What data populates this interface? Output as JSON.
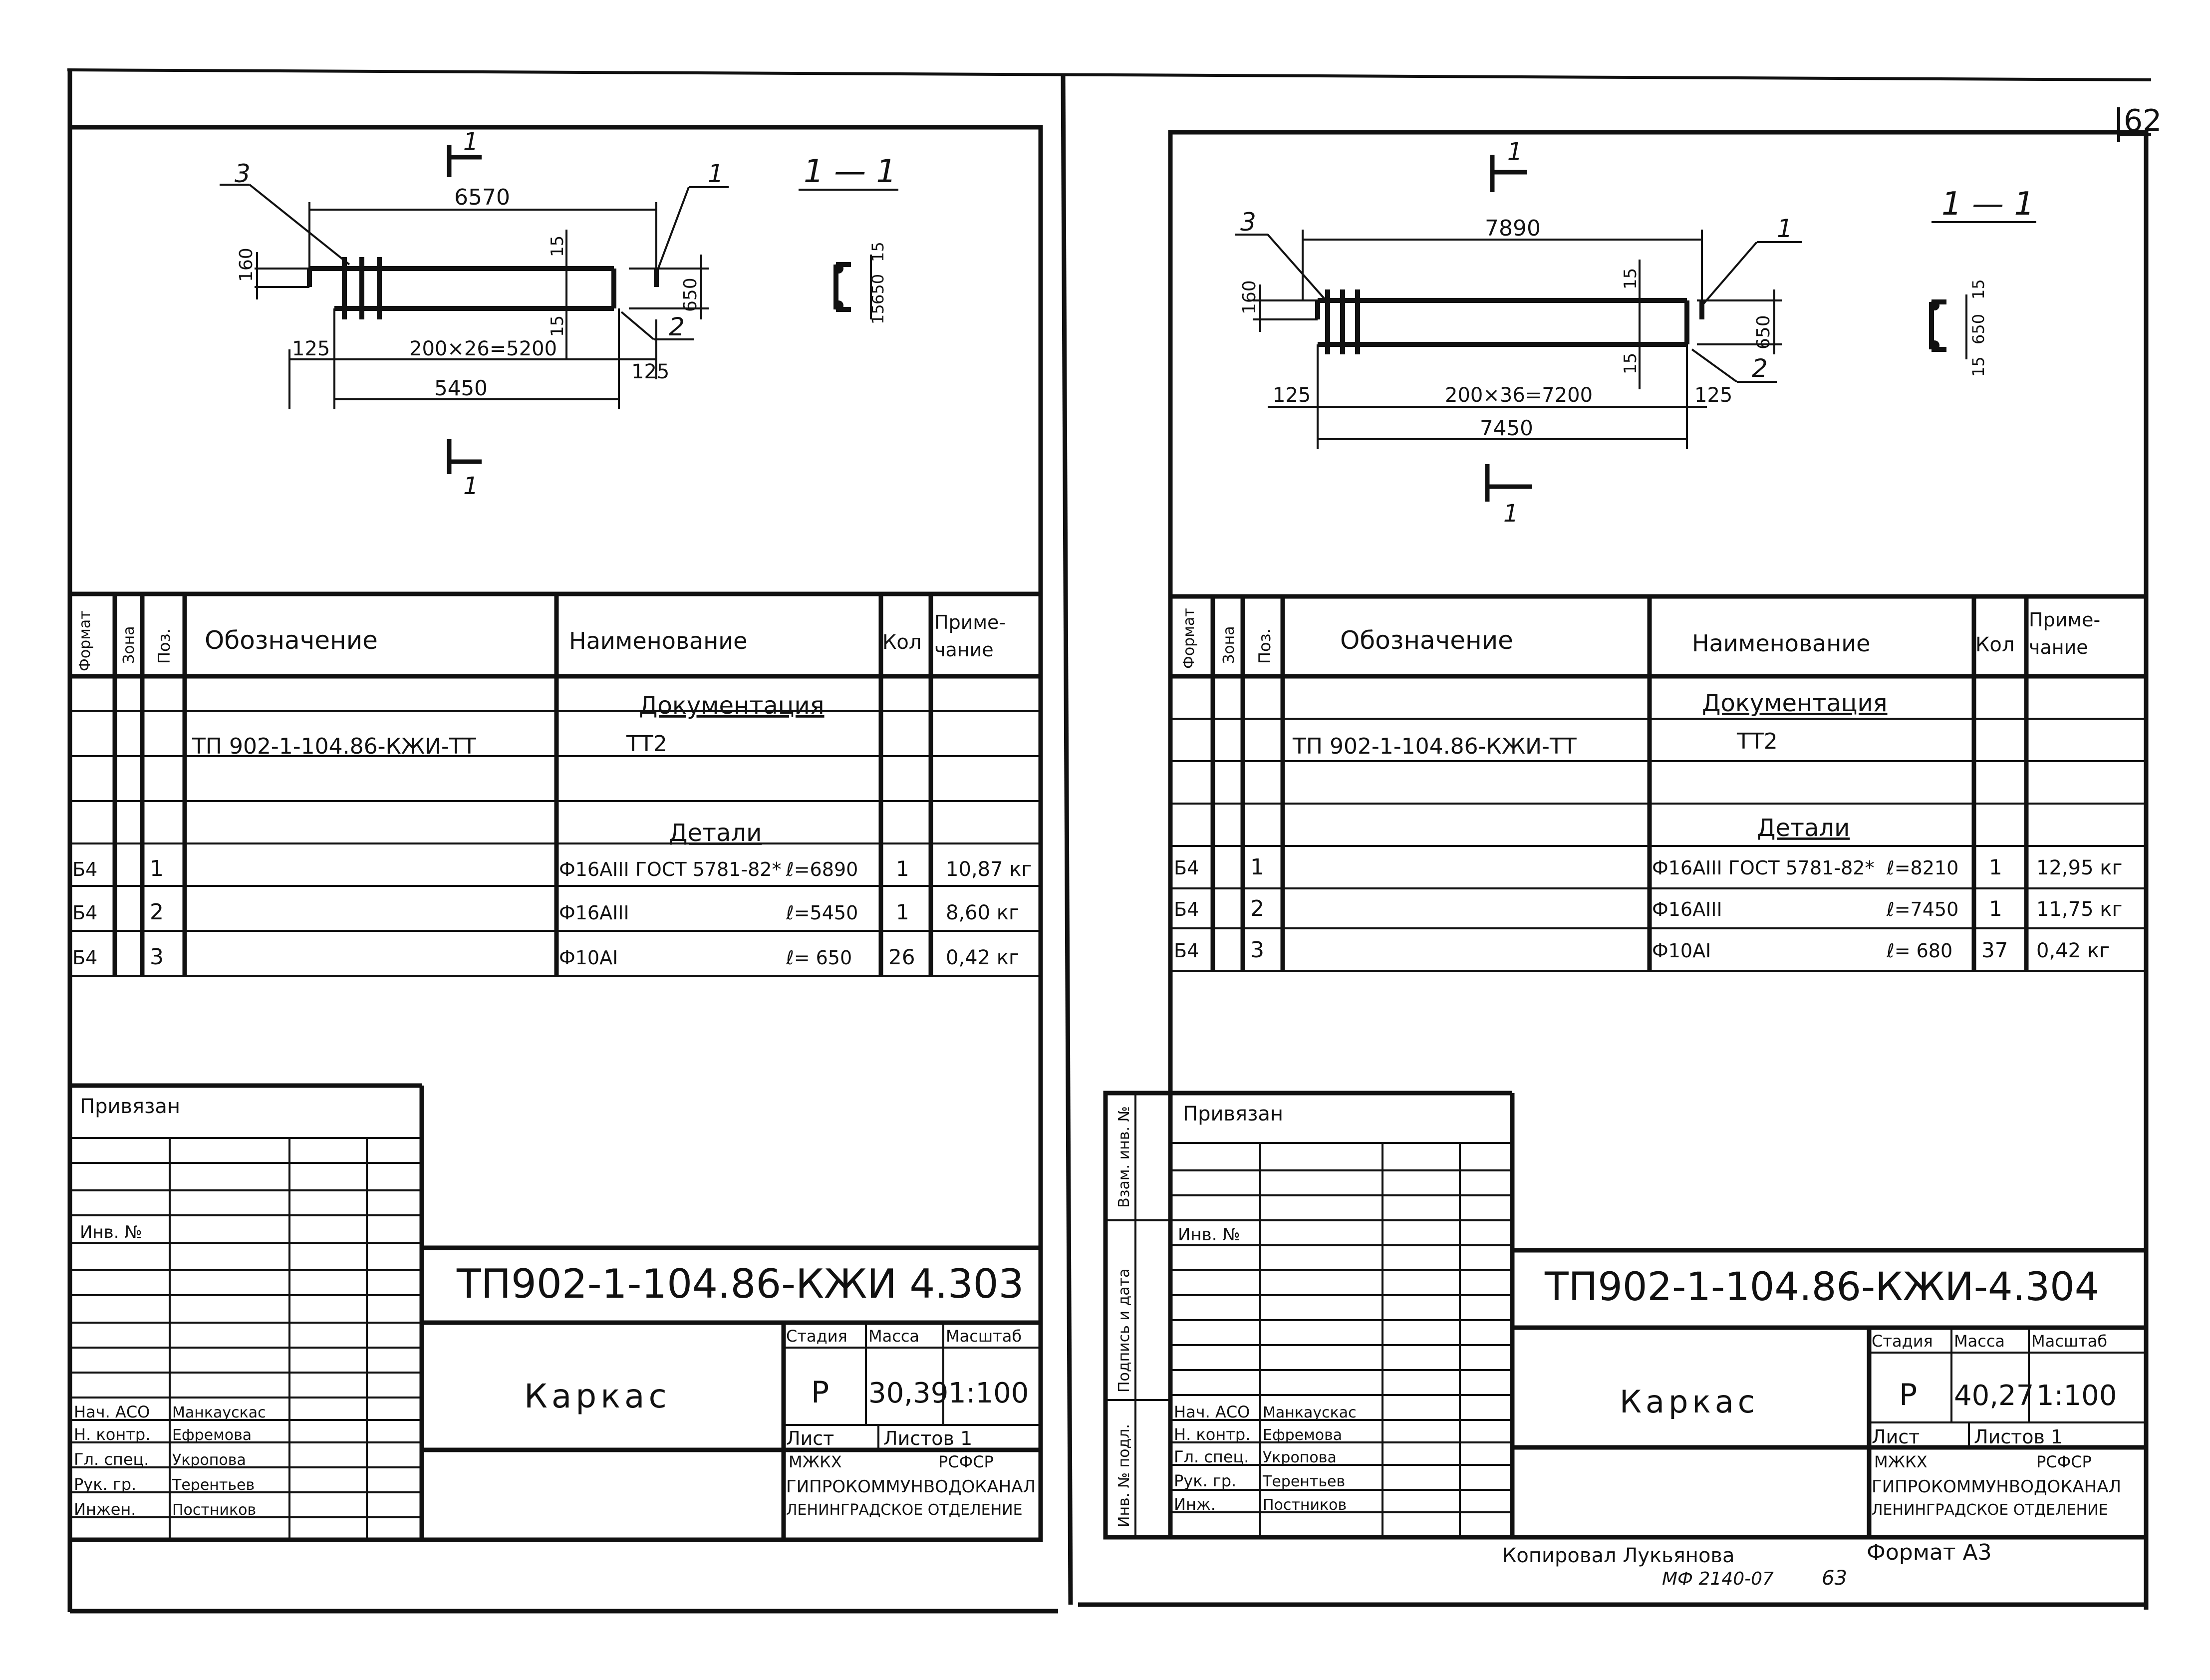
{
  "page_number": "62",
  "sheets": [
    {
      "drawing": {
        "section_mark_top": "1",
        "section_mark_bottom": "1",
        "section_title": "1 — 1",
        "total_length": "6570",
        "height_left": "160",
        "gap_top": "15",
        "gap_bottom": "15",
        "height_right": "650",
        "edge_left": "125",
        "edge_right": "125",
        "spacing": "200×26=5200",
        "bottom_length": "5450",
        "callout_1": "1",
        "callout_2": "2",
        "callout_3": "3",
        "sec_dim_top": "15",
        "sec_dim_mid": "650",
        "sec_dim_bottom": "15"
      },
      "spec": {
        "headers": [
          "Формат",
          "Зона",
          "Поз.",
          "Обозначение",
          "Наименование",
          "Кол",
          "Приме-",
          "чание"
        ],
        "section_doc": "Документация",
        "doc_designation": "ТП 902-1-104.86-КЖИ-ТТ",
        "doc_name": "ТТ2",
        "section_details": "Детали",
        "rows": [
          {
            "format": "Б4",
            "pos": "1",
            "name": "Ф16АIII ГОСТ 5781-82*",
            "length": "ℓ=6890",
            "qty": "1",
            "note": "10,87 кг"
          },
          {
            "format": "Б4",
            "pos": "2",
            "name": "Ф16АIII",
            "length": "ℓ=5450",
            "qty": "1",
            "note": "8,60 кг"
          },
          {
            "format": "Б4",
            "pos": "3",
            "name": "Ф10АI",
            "length": "ℓ= 650",
            "qty": "26",
            "note": "0,42 кг"
          }
        ]
      },
      "title_block": {
        "privyazan": "Привязан",
        "inv_no": "Инв. №",
        "code": "ТП902-1-104.86-КЖИ 4.303",
        "name": "Каркас",
        "stage_h": "Стадия",
        "mass_h": "Масса",
        "scale_h": "Масштаб",
        "stage": "Р",
        "mass": "30,39",
        "scale": "1:100",
        "sheet_h": "Лист",
        "sheets_h": "Листов 1",
        "org1": "МЖКХ",
        "org2": "РСФСР",
        "org3": "ГИПРОКОММУНВОДОКАНАЛ",
        "org4": "ЛЕНИНГРАДСКОЕ ОТДЕЛЕНИЕ",
        "staff": [
          {
            "role": "Нач. АСО",
            "name": "Манкаускас"
          },
          {
            "role": "Н. контр.",
            "name": "Ефремова"
          },
          {
            "role": "Гл. спец.",
            "name": "Укропова"
          },
          {
            "role": "Рук. гр.",
            "name": "Терентьев"
          },
          {
            "role": "Инжен.",
            "name": "Постников"
          }
        ]
      }
    },
    {
      "drawing": {
        "section_mark_top": "1",
        "section_mark_bottom": "1",
        "section_title": "1 — 1",
        "total_length": "7890",
        "height_left": "160",
        "gap_top": "15",
        "gap_bottom": "15",
        "height_right": "650",
        "edge_left": "125",
        "edge_right": "125",
        "spacing": "200×36=7200",
        "bottom_length": "7450",
        "callout_1": "1",
        "callout_2": "2",
        "callout_3": "3",
        "sec_dim_top": "15",
        "sec_dim_mid": "650",
        "sec_dim_bottom": "15"
      },
      "spec": {
        "headers": [
          "Формат",
          "Зона",
          "Поз.",
          "Обозначение",
          "Наименование",
          "Кол",
          "Приме-",
          "чание"
        ],
        "section_doc": "Документация",
        "doc_designation": "ТП 902-1-104.86-КЖИ-ТТ",
        "doc_name": "ТТ2",
        "section_details": "Детали",
        "rows": [
          {
            "format": "Б4",
            "pos": "1",
            "name": "Ф16АIII ГОСТ 5781-82*",
            "length": "ℓ=8210",
            "qty": "1",
            "note": "12,95 кг"
          },
          {
            "format": "Б4",
            "pos": "2",
            "name": "Ф16АIII",
            "length": "ℓ=7450",
            "qty": "1",
            "note": "11,75 кг"
          },
          {
            "format": "Б4",
            "pos": "3",
            "name": "Ф10АI",
            "length": "ℓ= 680",
            "qty": "37",
            "note": "0,42 кг"
          }
        ]
      },
      "title_block": {
        "privyazan": "Привязан",
        "inv_no": "Инв. №",
        "code": "ТП902-1-104.86-КЖИ-4.304",
        "name": "Каркас",
        "stage_h": "Стадия",
        "mass_h": "Масса",
        "scale_h": "Масштаб",
        "stage": "Р",
        "mass": "40,27",
        "scale": "1:100",
        "sheet_h": "Лист",
        "sheets_h": "Листов 1",
        "org1": "МЖКХ",
        "org2": "РСФСР",
        "org3": "ГИПРОКОММУНВОДОКАНАЛ",
        "org4": "ЛЕНИНГРАДСКОЕ ОТДЕЛЕНИЕ",
        "staff": [
          {
            "role": "Нач. АСО",
            "name": "Манкаускас"
          },
          {
            "role": "Н. контр.",
            "name": "Ефремова"
          },
          {
            "role": "Гл. спец.",
            "name": "Укропова"
          },
          {
            "role": "Рук. гр.",
            "name": "Терентьев"
          },
          {
            "role": "Инж.",
            "name": "Постников"
          }
        ]
      }
    }
  ],
  "side_stamp": {
    "vzam": "Взам. инв. №",
    "podpis": "Подпись и дата",
    "inv_podl": "Инв. № подл."
  },
  "footer": {
    "copied": "Копировал Лукьянова",
    "order": "МФ 2140-07",
    "order_num": "63",
    "format": "Формат А3"
  }
}
